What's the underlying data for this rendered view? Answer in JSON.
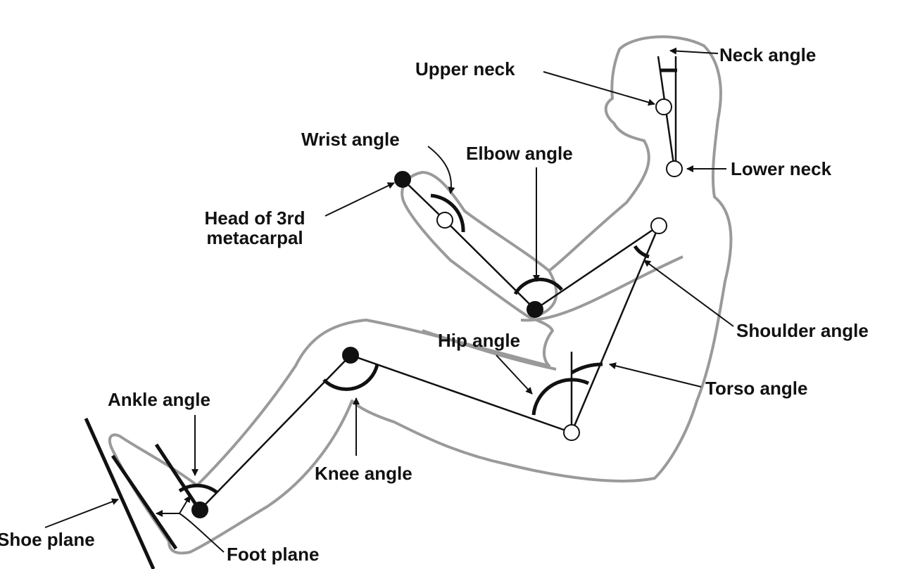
{
  "colors": {
    "outline": "#9a9a9a",
    "lines": "#111111"
  },
  "labels": {
    "neck_angle": "Neck angle",
    "upper_neck": "Upper neck",
    "wrist_angle": "Wrist angle",
    "elbow_angle": "Elbow angle",
    "lower_neck": "Lower neck",
    "metacarpal_1": "Head of 3rd",
    "metacarpal_2": "metacarpal",
    "shoulder_angle": "Shoulder angle",
    "hip_angle": "Hip angle",
    "torso_angle": "Torso angle",
    "ankle_angle": "Ankle angle",
    "knee_angle": "Knee angle",
    "shoe_plane": "Shoe plane",
    "foot_plane": "Foot plane"
  }
}
